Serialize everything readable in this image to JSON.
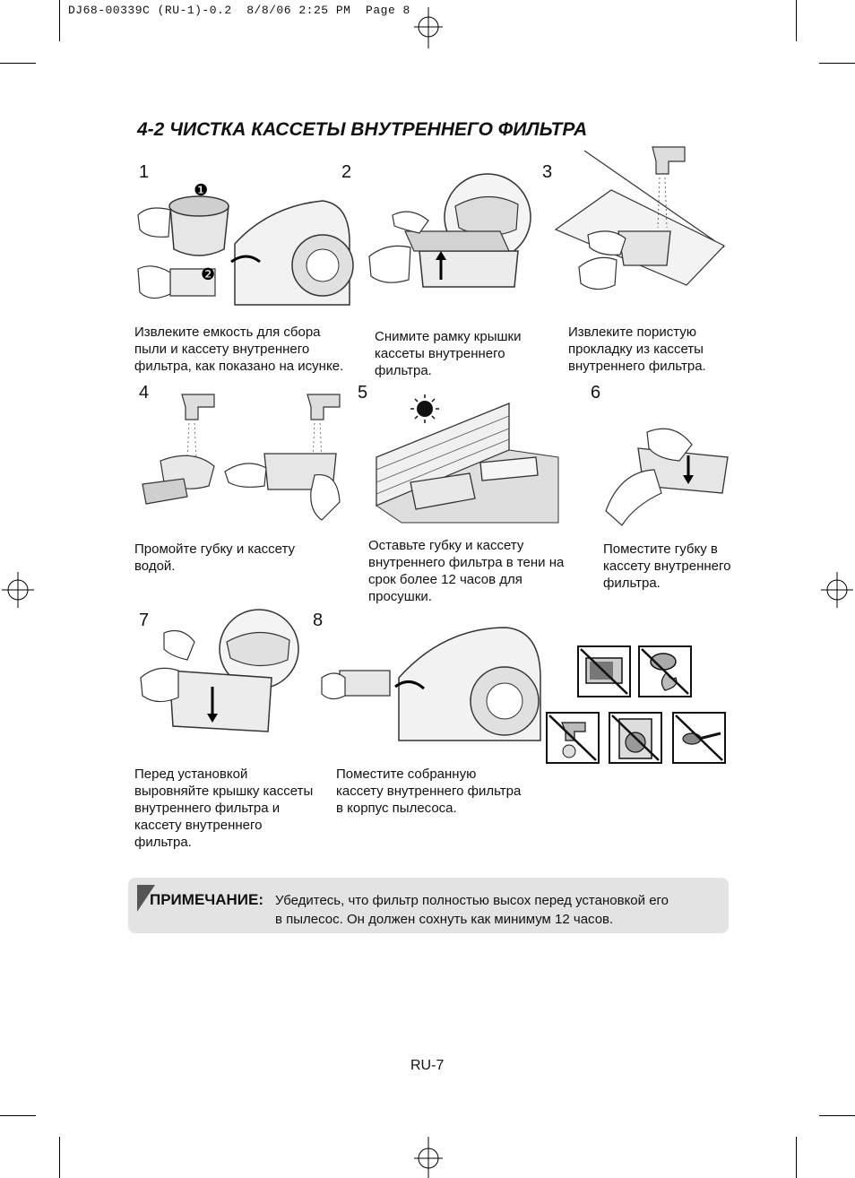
{
  "header": {
    "text": "DJ68-00339C (RU-1)-0.2  8/8/06 2:25 PM  Page 8"
  },
  "section": {
    "title": "4-2 ЧИСТКА КАССЕТЫ ВНУТРЕННЕГО ФИЛЬТРА"
  },
  "steps": [
    {
      "num": "1",
      "lines": [
        "Извлеките емкость для сбора",
        "пыли и кассету внутреннего",
        "фильтра, как показано на  исунке."
      ]
    },
    {
      "num": "2",
      "lines": [
        "Снимите рамку крышки",
        "кассеты внутреннего",
        "фильтра."
      ]
    },
    {
      "num": "3",
      "lines": [
        "Извлеките пористую",
        "прокладку из кассеты",
        "внутреннего фильтра."
      ]
    },
    {
      "num": "4",
      "lines": [
        "Промойте губку и кассету",
        "водой."
      ]
    },
    {
      "num": "5",
      "lines": [
        "Оставьте губку и кассету",
        "внутреннего фильтра в тени на",
        "срок более 12 часов для",
        "просушки."
      ]
    },
    {
      "num": "6",
      "lines": [
        "Поместите губку в",
        "кассету внутреннего",
        "фильтра."
      ]
    },
    {
      "num": "7",
      "lines": [
        "Перед установкой",
        "выровняйте крышку кассеты",
        "внутреннего фильтра и",
        "кассету внутреннего",
        "фильтра."
      ]
    },
    {
      "num": "8",
      "lines": [
        "Поместите собранную",
        "кассету внутреннего фильтра",
        "в корпус пылесоса."
      ]
    }
  ],
  "markers": {
    "one": "❶",
    "two": "❷"
  },
  "note": {
    "label": "ПРИМЕЧАНИЕ:",
    "line1": "Убедитесь, что фильтр полностью высох перед установкой его",
    "line2": "в пылесос. Он должен сохнуть как минимум 12 часов."
  },
  "footer": {
    "page": "RU-7"
  },
  "colors": {
    "note_bg": "#e3e3e3",
    "note_triangle": "#555555",
    "ink": "#111111"
  },
  "icons": [
    "no-microwave-icon",
    "no-hairdryer-fire-icon",
    "no-tap-water-icon",
    "no-washing-machine-icon",
    "no-brush-icon"
  ]
}
